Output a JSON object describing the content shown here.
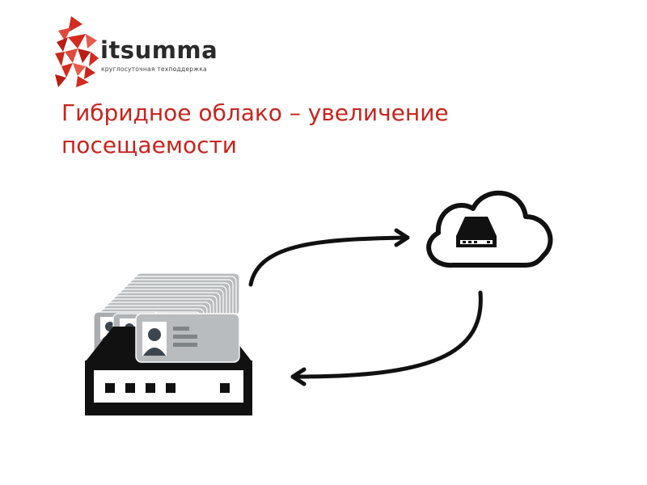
{
  "logo": {
    "wordmark": "itsumma",
    "tagline": "круглосуточная техподдержка",
    "brand_color": "#d42a20"
  },
  "slide": {
    "title_line1": "Гибридное облако – увеличение",
    "title_line2": "посещаемости",
    "title_color": "#c8241e"
  },
  "diagram": {
    "nodes": [
      {
        "id": "on-premise-server-stack",
        "icon": "server-with-cards-icon"
      },
      {
        "id": "cloud-server",
        "icon": "cloud-server-icon"
      }
    ],
    "arrows": [
      {
        "from": "on-premise-server-stack",
        "to": "cloud-server",
        "icon": "arrow-right-icon"
      },
      {
        "from": "cloud-server",
        "to": "on-premise-server-stack",
        "icon": "arrow-left-icon"
      }
    ]
  }
}
